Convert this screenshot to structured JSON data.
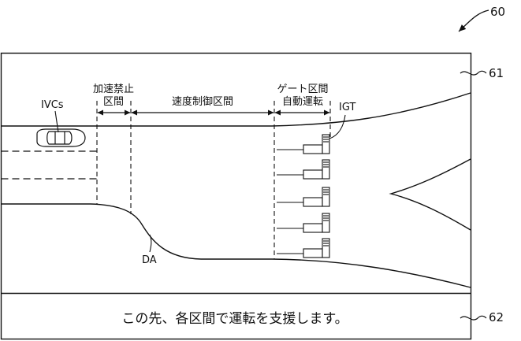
{
  "refs": {
    "device": "60",
    "road_panel": "61",
    "message_panel": "62"
  },
  "zones": {
    "accel_prohibited_line1": "加速禁止",
    "accel_prohibited_line2": "区間",
    "speed_control": "速度制御区間",
    "gate_line1": "ゲート区間",
    "gate_line2": "自動運転"
  },
  "labels": {
    "vehicle": "IVCs",
    "gate": "IGT",
    "area": "DA"
  },
  "message": "この先、各区間で運転を支援します。"
}
